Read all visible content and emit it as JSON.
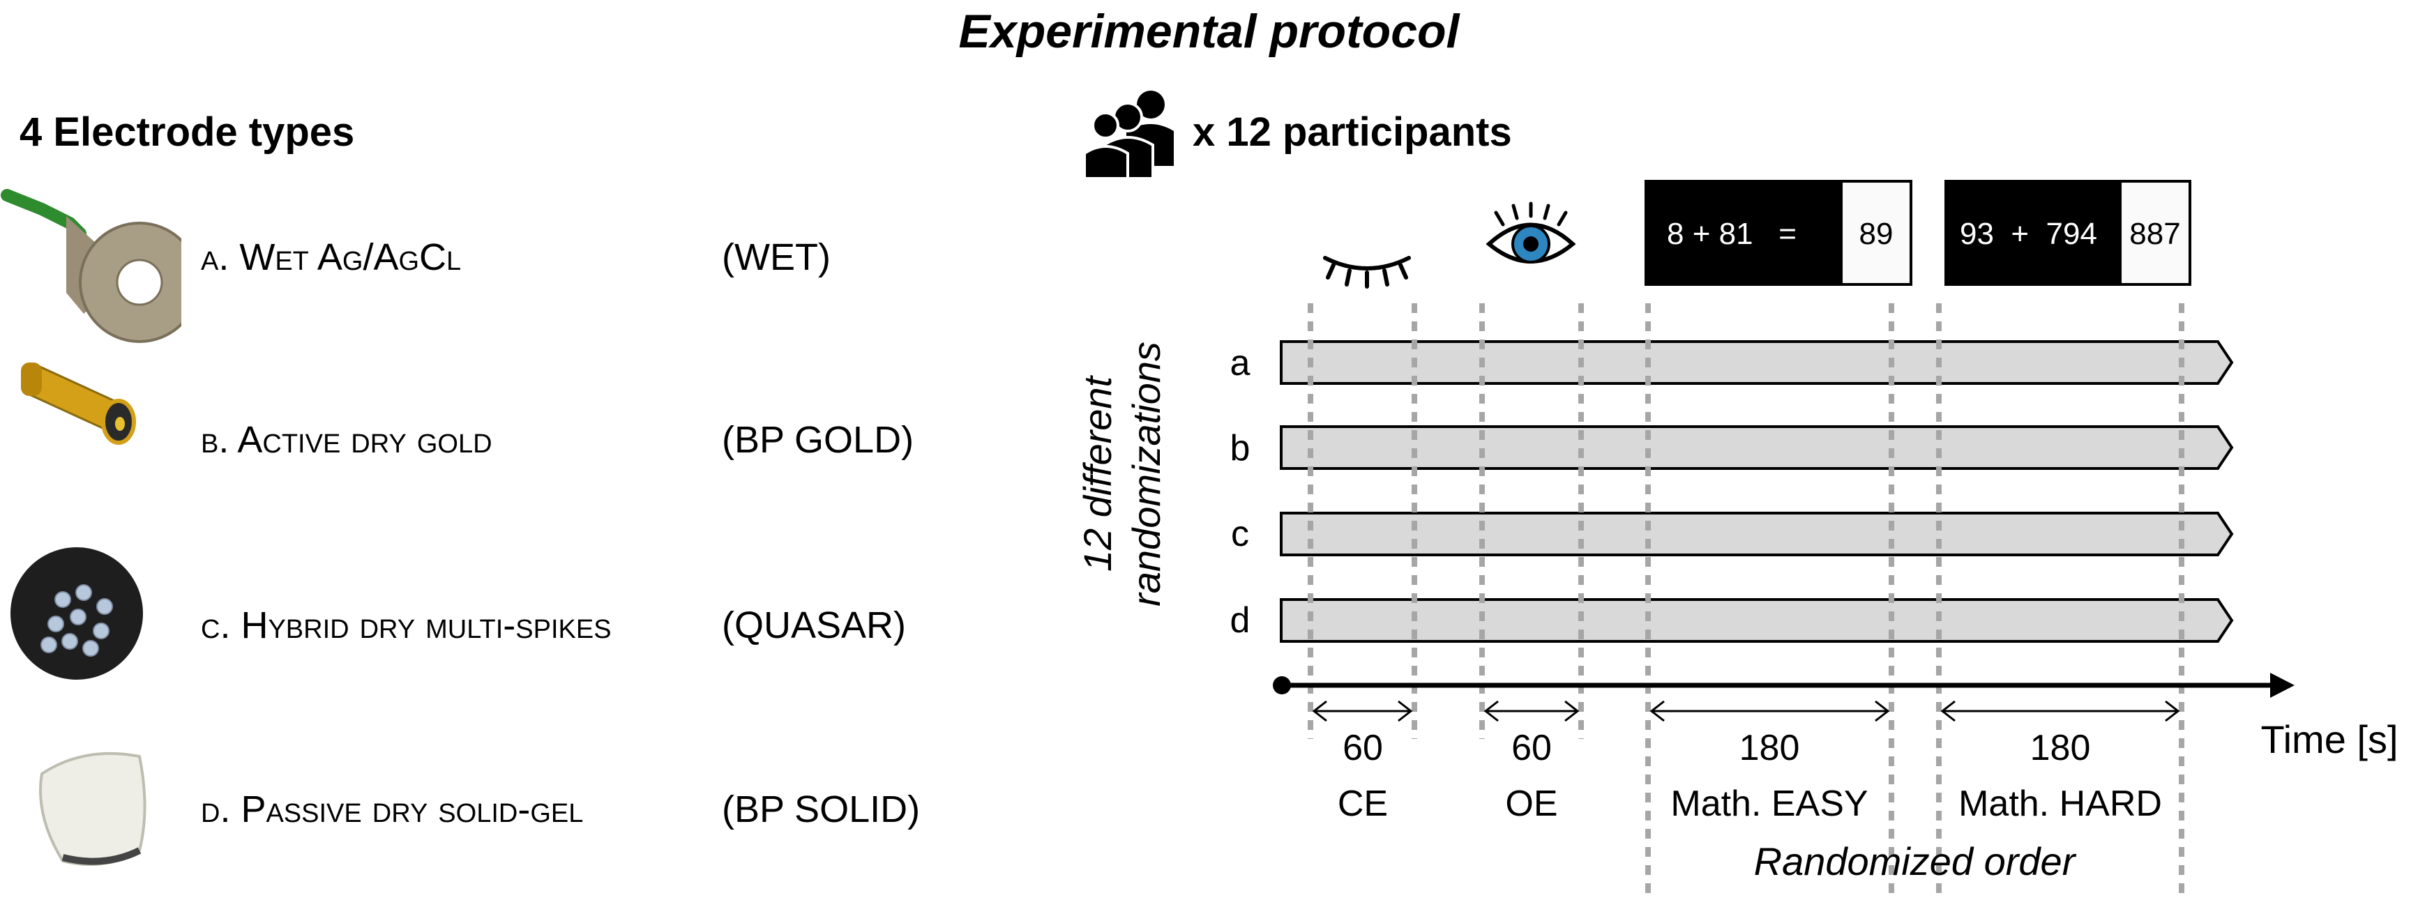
{
  "title": "Experimental protocol",
  "electrodes": {
    "heading": "4 Electrode types",
    "items": [
      {
        "label": "a. Wet Ag/AgCl",
        "abbr": "(WET)",
        "image": "wet-electrode-image"
      },
      {
        "label": "b. Active dry gold",
        "abbr": "(BP GOLD)",
        "image": "gold-electrode-image"
      },
      {
        "label": "c. Hybrid dry multi-spikes",
        "abbr": "(QUASAR)",
        "image": "quasar-electrode-image"
      },
      {
        "label": "d. Passive dry solid-gel",
        "abbr": "(BP SOLID)",
        "image": "solid-gel-electrode-image"
      }
    ]
  },
  "protocol": {
    "participants_label": "x 12 participants",
    "participants_icon": "people-group-icon",
    "randomizations_label_line1": "12 different",
    "randomizations_label_line2": "randomizations",
    "rows": [
      "a",
      "b",
      "c",
      "d"
    ],
    "conditions": [
      {
        "icon": "closed-eye-icon",
        "duration": "60",
        "label": "CE"
      },
      {
        "icon": "open-eye-icon",
        "duration": "60",
        "label": "OE"
      },
      {
        "icon": "math-easy-task",
        "task_text": "8 + 81   =",
        "task_answer": "89",
        "duration": "180",
        "label": "Math. EASY"
      },
      {
        "icon": "math-hard-task",
        "task_text": "93  +  794",
        "task_answer": "887",
        "duration": "180",
        "label": "Math. HARD"
      }
    ],
    "time_axis_label": "Time [s]",
    "randomized_order_label": "Randomized order",
    "colors": {
      "bar_fill": "#d9d9d9",
      "eye_iris": "#2e86c1",
      "task_bg": "#000000"
    }
  }
}
